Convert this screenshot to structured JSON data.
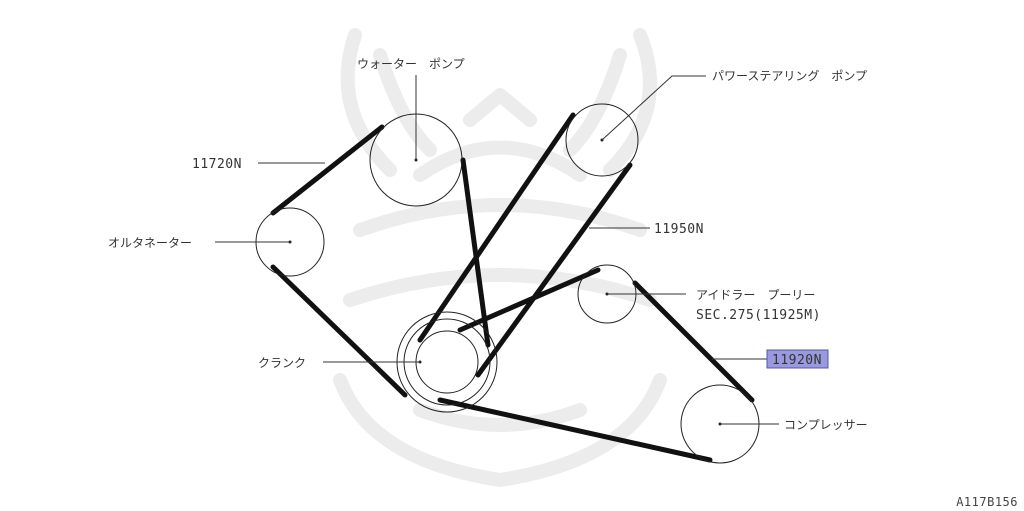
{
  "labels": {
    "water_pump": "ウォーター　ポンプ",
    "power_steering_pump": "パワーステアリング　ポンプ",
    "alternator": "オルタネーター",
    "crank": "クランク",
    "idler_pulley": "アイドラー　プーリー",
    "idler_section": "SEC.275(11925M)",
    "compressor": "コンプレッサー"
  },
  "belts": {
    "fan_belt": "11720N",
    "power_steering_belt": "11950N",
    "compressor_belt_prefix": "11920",
    "compressor_belt_suffix": "N"
  },
  "figure_id": "A117B156",
  "colors": {
    "highlight": "#9999dd",
    "belt": "#111111",
    "text": "#333333"
  }
}
